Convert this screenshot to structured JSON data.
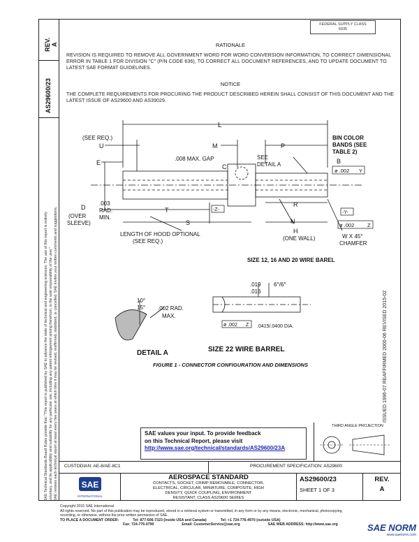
{
  "header": {
    "rev_label": "REV.",
    "rev_value": "A",
    "doc_number": "AS29600/23",
    "federal": "FEDERAL SUPPLY CLASS",
    "federal_code": "5935"
  },
  "rationale": {
    "title": "RATIONALE",
    "text": "REVISION IS REQUIRED TO REMOVE ALL GOVERNMENT WORD FOR WORD CONVERSION INFORMATION, TO CORRECT DIMENSIONAL ERROR IN TABLE 1 FOR DIVISION \"C\" (P/N CODE 636), TO CORRECT ALL DOCUMENT REFERENCES, AND TO UPDATE DOCUMENT TO LATEST SAE FORMAT GUIDELINES."
  },
  "notice": {
    "title": "NOTICE",
    "text": "THE COMPLETE REQUIREMENTS FOR PROCURING THE PRODUCT DESCRIBED HEREIN SHALL CONSIST OF THIS DOCUMENT AND THE LATEST ISSUE OF AS29600 AND AS39029."
  },
  "figure": {
    "labels": {
      "L": "L",
      "see_req_u": "(SEE REQ.)",
      "U": "U",
      "M": "M",
      "P": "P",
      "bin_color": "BIN COLOR",
      "bands": "BANDS (SEE",
      "table2": "TABLE 2)",
      "E": "E",
      "gap": ".008 MAX. GAP",
      "C": "C",
      "see": "SEE",
      "detail_a_ref": "DETAIL A",
      "B": "B",
      "tol_b": "ø .002",
      "datum_y": "Y",
      "tol_003": ".003",
      "rad": "RAD.",
      "min": "MIN.",
      "D": "D",
      "over": "(OVER",
      "sleeve": "SLEEVE)",
      "T": "T",
      "S": "S",
      "datum_z": "-Z-",
      "R": "R",
      "N": "N",
      "H": "H",
      "one_wall": "(ONE WALL)",
      "datum_y2": "-Y-",
      "tol_z": "ø .002",
      "datum_z2": "Z",
      "chamfer1": "W X 45°",
      "chamfer2": "CHAMFER",
      "hood": "LENGTH OF HOOD OPTIONAL",
      "hood2": "(SEE REQ.)",
      "size_12": "SIZE 12, 16 AND 20 WIRE BAREL",
      "d019": ".019",
      "d016": ".016",
      "angle": "6°/6°",
      "d0415": ".0415/.0400 DIA.",
      "tol_22": "ø .002",
      "datum_22": "Z",
      "ang10": "10°",
      "ang15": "15°",
      "rad002": ".002 RAD.",
      "max": "MAX.",
      "detail_a": "DETAIL A",
      "size_22": "SIZE 22 WIRE BARREL",
      "caption": "FIGURE 1 - CONNECTOR CONFIGURATION AND DIMENSIONS"
    }
  },
  "feedback": {
    "line1": "SAE values your input. To provide feedback",
    "line2": "on this Technical Report, please visit",
    "link": "http://www.sae.org/technical/standards/AS29600/23A"
  },
  "projection": {
    "label": "THIRD ANGLE PROJECTION"
  },
  "issue_line": "ISSUED 1996-07     REAFFIRMED 2000-06     REVISED 2015-02",
  "custodian": "CUSTODIAN: AE-8/AE-8C1",
  "procurement": "PROCUREMENT SPECIFICATION: AS29600",
  "title_block": {
    "standard": "AEROSPACE STANDARD",
    "desc1": "CONTACTS, SOCKET, CRIMP REMOVABLE, CONNECTOR,",
    "desc2": "ELECTRICAL, CIRCULAR, MINIATURE, COMPOSITE, HIGH",
    "desc3": "DENSITY, QUICK COUPLING, ENVIRONMENT",
    "desc4": "RESISTANT, CLASS AS29600 SERIES",
    "doc": "AS29600/23",
    "sheet": "SHEET 1 OF 3",
    "rev": "REV.",
    "rev_val": "A",
    "logo": "SAE",
    "logo_sub": "INTERNATIONAL"
  },
  "side_text": {
    "line1": "SAE Technical Standards Board Rules provide that: \"This report is published by SAE to advance the state of technical and engineering sciences. The use of this report is entirely",
    "line2": "voluntary, and its applicability and suitability for any particular use, including any patent infringement arising therefrom, is the sole responsibility of the user.\"",
    "line3": "SAE reviews each technical report at least every five years at which time it may be revised, reaffirmed, stabilized, or cancelled. SAE invites your written comments and suggestions."
  },
  "footer": {
    "copyright": "Copyright 2015 SAE International",
    "rights": "All rights reserved. No part of this publication may be reproduced, stored in a retrieval system or transmitted, in any form or by any means, electronic, mechanical, photocopying,",
    "rights2": "recording, or otherwise, without the prior written permission of SAE.",
    "order": "TO PLACE A DOCUMENT ORDER:",
    "tel": "Tel: 877-606-7323 (inside USA and Canada)",
    "tel2": "Tel: +1 724-776-4970 (outside USA)",
    "fax": "Fax: 724-776-0790",
    "email": "Email: CustomerService@sae.org",
    "web": "SAE WEB ADDRESS: http://www.sae.org"
  },
  "watermark": {
    "text": "SAE NORM",
    "sub": "www.saenorm.com"
  }
}
